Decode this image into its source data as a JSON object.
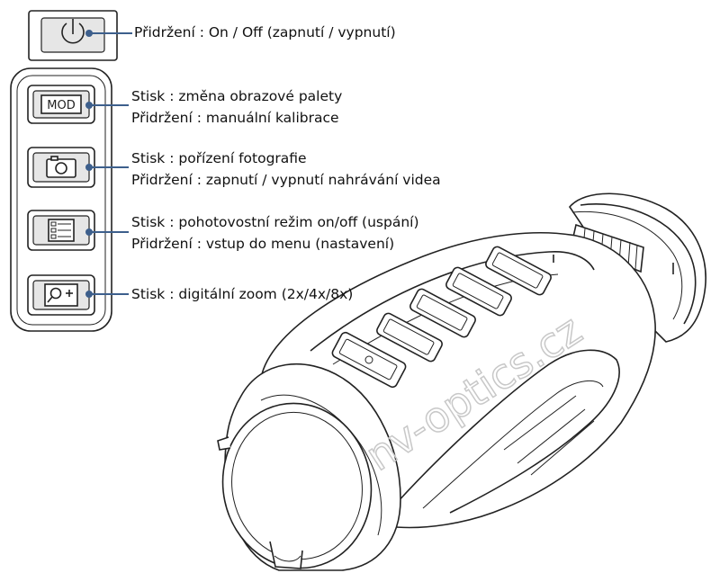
{
  "watermark": "nv-optics.cz",
  "buttons": [
    {
      "id": "power",
      "icon": "power-icon",
      "lines": [
        "Přidržení : On / Off (zapnutí / vypnutí)"
      ]
    },
    {
      "id": "mod",
      "icon": "mod-text",
      "icon_text": "MOD",
      "lines": [
        "Stisk : změna obrazové palety",
        "Přidržení : manuální kalibrace"
      ]
    },
    {
      "id": "camera",
      "icon": "camera-icon",
      "lines": [
        "Stisk : pořízení fotografie",
        "Přidržení : zapnutí / vypnutí nahrávání videa"
      ]
    },
    {
      "id": "menu",
      "icon": "menu-list-icon",
      "lines": [
        "Stisk : pohotovostní režim on/off (uspání)",
        "Přidržení : vstup do menu (nastavení)"
      ]
    },
    {
      "id": "zoom",
      "icon": "zoom-plus-icon",
      "lines": [
        "Stisk : digitální zoom (2x/4x/8x)"
      ]
    }
  ],
  "colors": {
    "leader_line": "#3d5f8c",
    "outline": "#222222",
    "watermark": "#c8c8c8"
  }
}
